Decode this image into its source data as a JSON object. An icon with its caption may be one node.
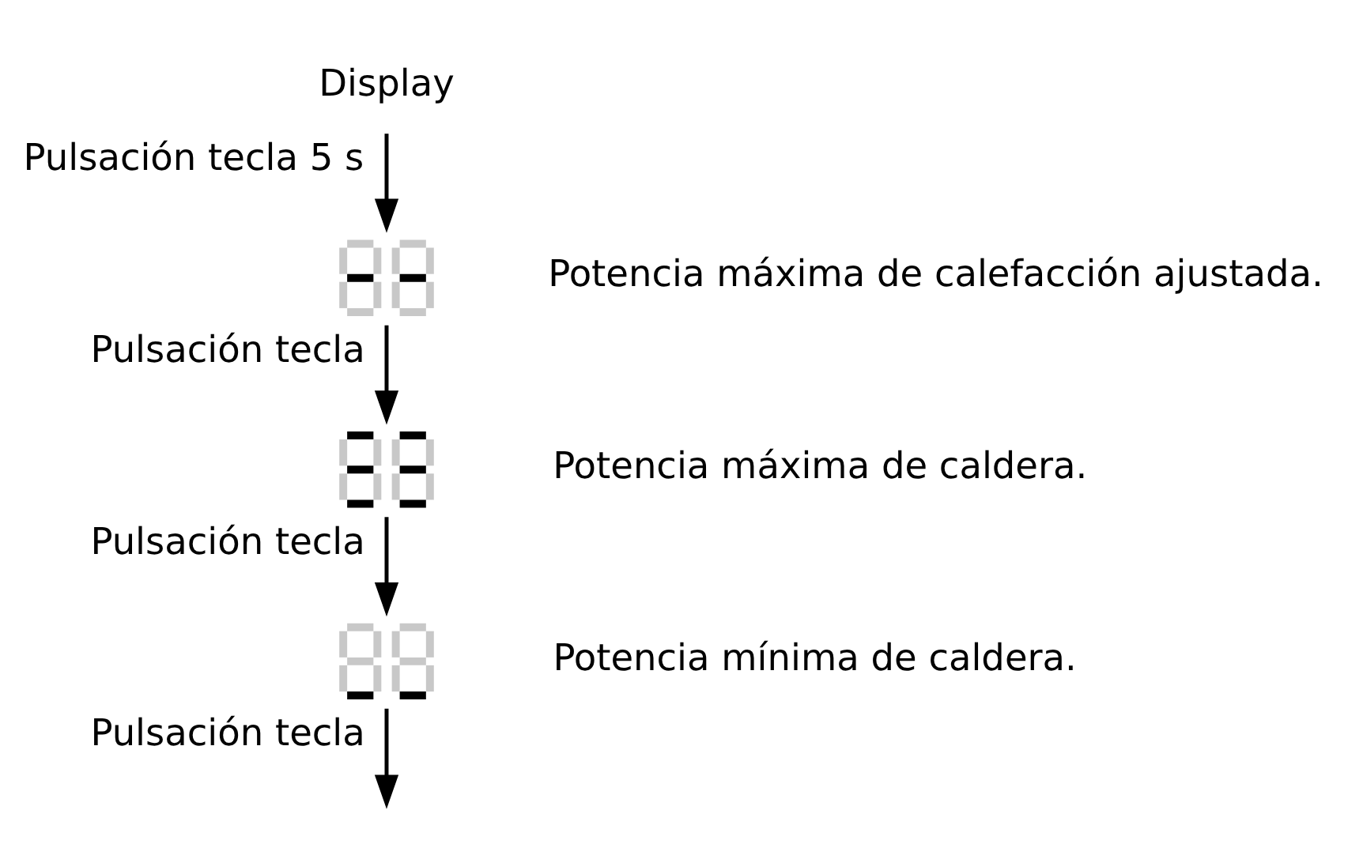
{
  "diagram": {
    "nodes": [
      {
        "text": [
          "Display"
        ]
      },
      {
        "text": [],
        "shape": "picture",
        "beside": [
          "Potencia máxima de calefacción ajustada."
        ]
      },
      {
        "text": [],
        "shape": "picture",
        "beside": [
          "Potencia máxima de caldera."
        ]
      },
      {
        "text": [],
        "shape": "picture",
        "beside": [
          "Potencia mínima de caldera."
        ]
      }
    ],
    "edges": [
      {
        "from": 0,
        "to": 1,
        "arrow": "to",
        "label": "Pulsación tecla 5 s"
      },
      {
        "from": 1,
        "to": 2,
        "arrow": "to",
        "label": "Pulsación tecla"
      },
      {
        "from": 2,
        "to": 3,
        "arrow": "to",
        "label": "Pulsación tecla"
      },
      {
        "from": 3,
        "to": null,
        "arrow": "to",
        "label": "Pulsación tecla"
      }
    ]
  }
}
